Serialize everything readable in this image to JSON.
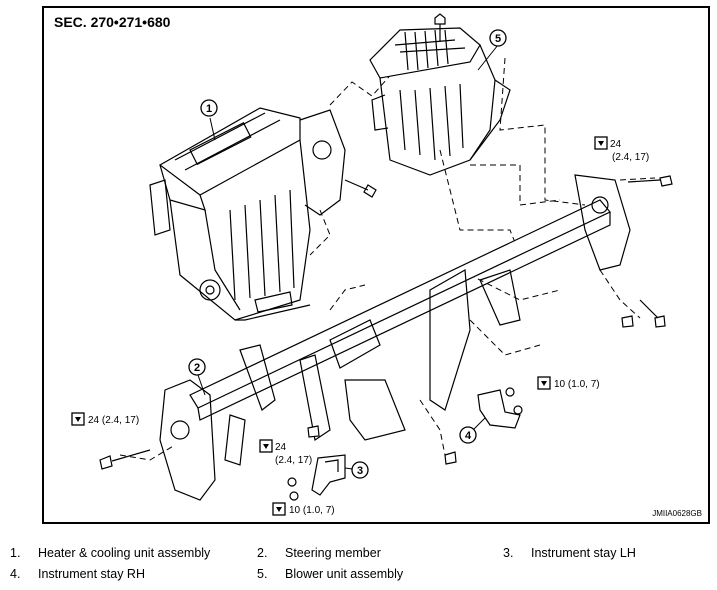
{
  "header": {
    "section": "SEC. 270•271•680"
  },
  "image_code": "JMIIA0628GB",
  "callouts": [
    "1",
    "2",
    "3",
    "4",
    "5"
  ],
  "torque_specs": {
    "t1": "24",
    "t1b": "(2.4, 17)",
    "t2": "24 (2.4, 17)",
    "t3": "24",
    "t3b": "(2.4, 17)",
    "t4": "10 (1.0, 7)",
    "t5": "10 (1.0, 7)"
  },
  "legend": [
    {
      "num": "1.",
      "label": "Heater & cooling unit assembly"
    },
    {
      "num": "2.",
      "label": "Steering member"
    },
    {
      "num": "3.",
      "label": "Instrument stay LH"
    },
    {
      "num": "4.",
      "label": "Instrument stay RH"
    },
    {
      "num": "5.",
      "label": "Blower unit assembly"
    }
  ]
}
